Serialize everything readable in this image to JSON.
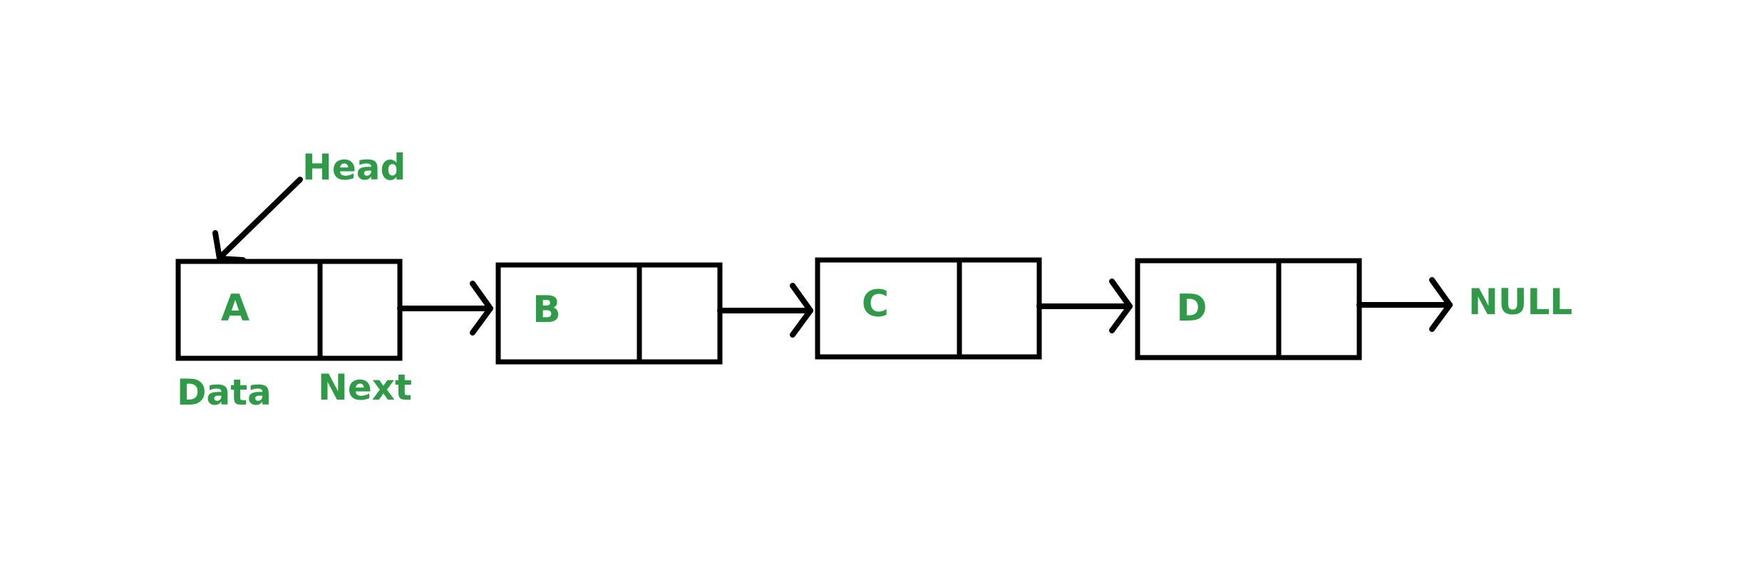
{
  "diagram": {
    "head_label": "Head",
    "data_label": "Data",
    "next_label": "Next",
    "null_label": "NULL",
    "nodes": [
      {
        "value": "A"
      },
      {
        "value": "B"
      },
      {
        "value": "C"
      },
      {
        "value": "D"
      }
    ]
  },
  "colors": {
    "label": "#2e9c47",
    "stroke": "#000000",
    "background": "#ffffff"
  }
}
